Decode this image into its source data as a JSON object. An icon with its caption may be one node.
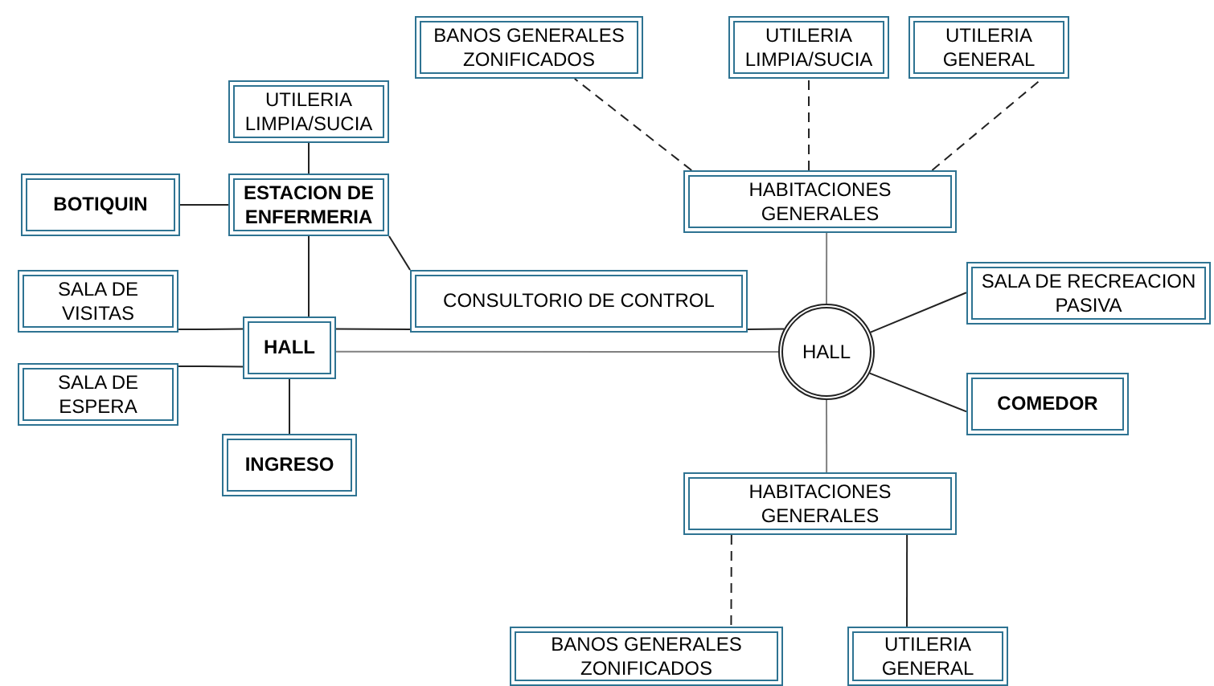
{
  "diagram": {
    "nodes": [
      {
        "text": [
          "UTILERIA LIMPIA/SUCIA"
        ]
      },
      {
        "text": [
          "BOTIQUIN"
        ]
      },
      {
        "text": [
          "ESTACION DE ENFERMERIA"
        ]
      },
      {
        "text": [
          "SALA DE VISITAS"
        ]
      },
      {
        "text": [
          "HALL"
        ]
      },
      {
        "text": [
          "CONSULTORIO DE CONTROL"
        ]
      },
      {
        "text": [
          "SALA DE ESPERA"
        ]
      },
      {
        "text": [
          "INGRESO"
        ]
      },
      {
        "text": [
          "BANOS GENERALES ZONIFICADOS"
        ]
      },
      {
        "text": [
          "UTILERIA LIMPIA/SUCIA"
        ]
      },
      {
        "text": [
          "UTILERIA GENERAL"
        ]
      },
      {
        "text": [
          "HABITACIONES GENERALES"
        ]
      },
      {
        "text": [
          "HALL"
        ]
      },
      {
        "text": [
          "SALA DE RECREACION PASIVA"
        ]
      },
      {
        "text": [
          "COMEDOR"
        ]
      },
      {
        "text": [
          "HABITACIONES GENERALES"
        ]
      },
      {
        "text": [
          "BANOS GENERALES ZONIFICADOS"
        ]
      },
      {
        "text": [
          "UTILERIA GENERAL"
        ]
      }
    ],
    "edges": [
      {
        "from": 0,
        "to": 2,
        "arrow": "none"
      },
      {
        "from": 1,
        "to": 2,
        "arrow": "none"
      },
      {
        "from": 2,
        "to": 4,
        "arrow": "none"
      },
      {
        "from": 2,
        "to": 5,
        "arrow": "none"
      },
      {
        "from": 3,
        "to": 4,
        "arrow": "none"
      },
      {
        "from": 4,
        "to": 5,
        "arrow": "none"
      },
      {
        "from": 5,
        "to": 12,
        "arrow": "none"
      },
      {
        "from": 4,
        "to": 12,
        "arrow": "none",
        "color": "#808080"
      },
      {
        "from": 6,
        "to": 4,
        "arrow": "none"
      },
      {
        "from": 4,
        "to": 7,
        "arrow": "none"
      },
      {
        "from": 11,
        "to": 8,
        "arrow": "none",
        "style": "dashed"
      },
      {
        "from": 11,
        "to": 9,
        "arrow": "none",
        "style": "dashed"
      },
      {
        "from": 11,
        "to": 10,
        "arrow": "none",
        "style": "dashed"
      },
      {
        "from": 11,
        "to": 12,
        "arrow": "none",
        "color": "#808080"
      },
      {
        "from": 12,
        "to": 13,
        "arrow": "none"
      },
      {
        "from": 12,
        "to": 14,
        "arrow": "none"
      },
      {
        "from": 12,
        "to": 15,
        "arrow": "none",
        "color": "#808080"
      },
      {
        "from": 15,
        "to": 16,
        "arrow": "none",
        "style": "dashed"
      },
      {
        "from": 15,
        "to": 17,
        "arrow": "none"
      }
    ]
  }
}
